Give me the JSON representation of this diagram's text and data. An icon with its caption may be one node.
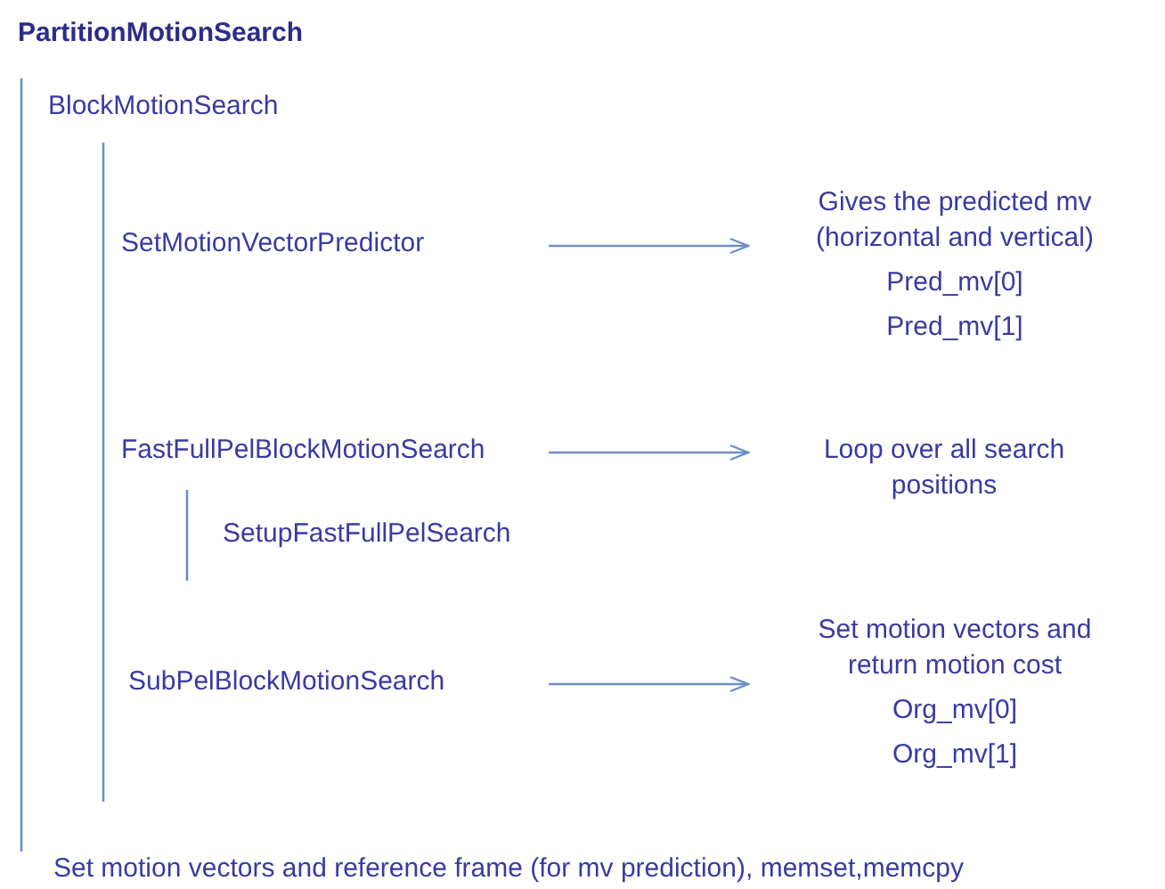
{
  "diagram": {
    "title": "PartitionMotionSearch",
    "nodes": [
      {
        "text": [
          "SetMotionVectorPredictor"
        ]
      },
      {
        "text": [
          "Gives the predicted mv (horizontal and vertical)",
          "Pred_mv[0]",
          "Pred_mv[1]"
        ]
      },
      {
        "text": [
          "FastFullPelBlockMotionSearch"
        ]
      },
      {
        "text": [
          "Loop over all search positions"
        ]
      },
      {
        "text": [
          "SubPelBlockMotionSearch"
        ]
      },
      {
        "text": [
          "Set motion vectors and return motion cost",
          "Org_mv[0]",
          "Org_mv[1]"
        ]
      }
    ],
    "edges": [
      {
        "from": 0,
        "to": 1,
        "arrow": "to"
      },
      {
        "from": 2,
        "to": 3,
        "arrow": "to"
      },
      {
        "from": 4,
        "to": 5,
        "arrow": "to"
      }
    ],
    "labels": [
      "BlockMotionSearch",
      "SetupFastFullPelSearch",
      "Set motion vectors and reference frame (for mv prediction),   memset,memcpy"
    ]
  }
}
